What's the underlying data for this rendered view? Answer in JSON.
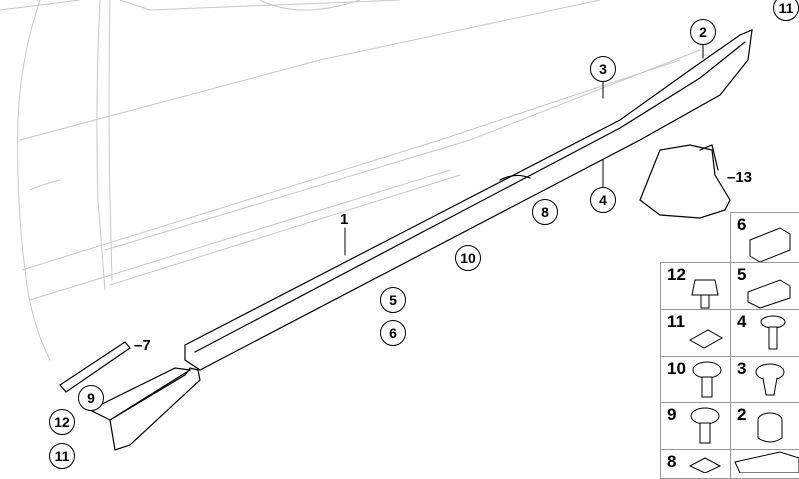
{
  "diagram": {
    "callouts": {
      "c11_top": "11",
      "c2": "2",
      "c3": "3",
      "c4": "4",
      "c8": "8",
      "c10": "10",
      "c5": "5",
      "c6": "6",
      "c9": "9",
      "c12": "12",
      "c11_bottom": "11"
    },
    "labels": {
      "l1": "1",
      "l7": "–7",
      "l13": "–13"
    },
    "parts_grid": [
      {
        "number": "6",
        "icon": "clip-nut-icon"
      },
      {
        "number": "12",
        "icon": "hex-screw-icon"
      },
      {
        "number": "5",
        "icon": "clip-icon"
      },
      {
        "number": "11",
        "icon": "speed-nut-icon"
      },
      {
        "number": "4",
        "icon": "torx-screw-icon"
      },
      {
        "number": "10",
        "icon": "pan-screw-icon"
      },
      {
        "number": "3",
        "icon": "expansion-rivet-icon"
      },
      {
        "number": "9",
        "icon": "pan-screw-icon"
      },
      {
        "number": "2",
        "icon": "grommet-icon"
      },
      {
        "number": "8",
        "icon": "nut-icon"
      },
      {
        "number": "",
        "icon": "seal-strip-icon"
      }
    ]
  }
}
